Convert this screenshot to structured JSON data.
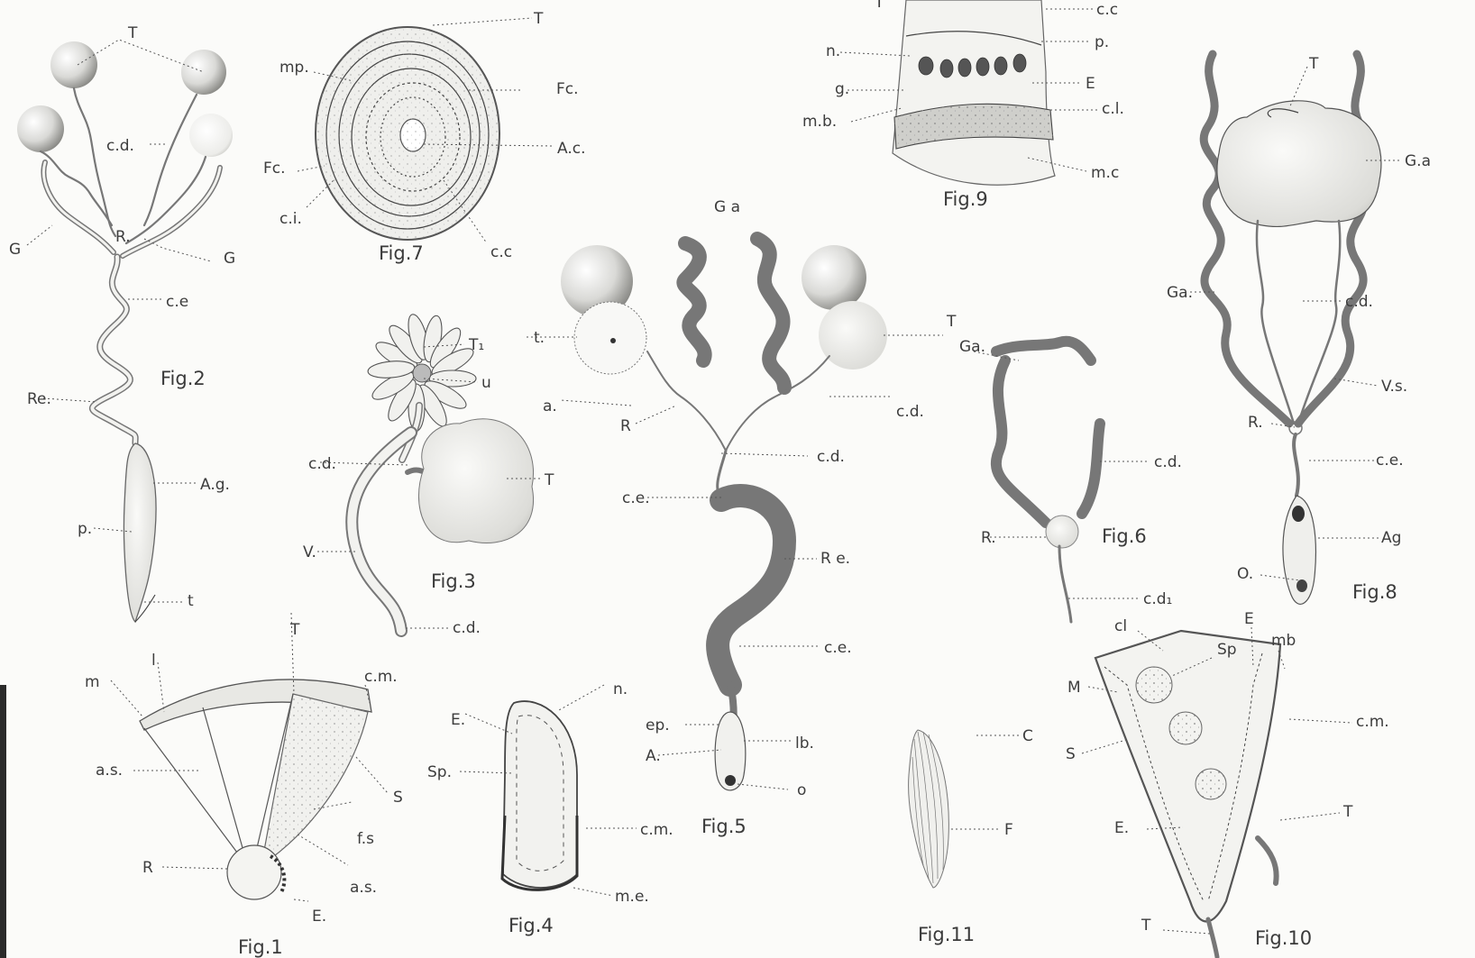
{
  "figures": [
    {
      "id": "fig1",
      "caption": "Fig.1",
      "labels": [
        "T",
        "m",
        "l",
        "c.m.",
        "a.s.",
        "S",
        "f.s",
        "R",
        "a.s.",
        "E."
      ]
    },
    {
      "id": "fig2",
      "caption": "Fig.2",
      "labels": [
        "T",
        "c.d.",
        "G",
        "R.",
        "G",
        "c.e",
        "Re.",
        "A.g.",
        "p.",
        "t"
      ]
    },
    {
      "id": "fig3",
      "caption": "Fig.3",
      "labels": [
        "T₁",
        "u",
        "c.d.",
        "T",
        "V.",
        "c.d."
      ]
    },
    {
      "id": "fig4",
      "caption": "Fig.4",
      "labels": [
        "E.",
        "n.",
        "Sp.",
        "c.m.",
        "m.e."
      ]
    },
    {
      "id": "fig5",
      "caption": "Fig.5",
      "labels": [
        "G a",
        "t.",
        "T",
        "a.",
        "R",
        "c.d.",
        "c.d.",
        "c.e.",
        "R e.",
        "c.e.",
        "ep.",
        "A.",
        "lb.",
        "o"
      ]
    },
    {
      "id": "fig6",
      "caption": "Fig.6",
      "labels": [
        "Ga.",
        "c.d.",
        "R.",
        "c.d₁"
      ]
    },
    {
      "id": "fig7",
      "caption": "Fig.7",
      "labels": [
        "T",
        "mp.",
        "Fc.",
        "A.c.",
        "Fc.",
        "c.i.",
        "c.c"
      ]
    },
    {
      "id": "fig8",
      "caption": "Fig.8",
      "labels": [
        "T",
        "G.a",
        "Ga.",
        "c.d.",
        "V.s.",
        "R.",
        "c.e.",
        "Ag",
        "O."
      ]
    },
    {
      "id": "fig9",
      "caption": "Fig.9",
      "labels": [
        "T",
        "c.c",
        "p.",
        "n.",
        "E",
        "g.",
        "c.l.",
        "m.b.",
        "m.c"
      ]
    },
    {
      "id": "fig10",
      "caption": "Fig.10",
      "labels": [
        "cl",
        "E",
        "mb",
        "Sp",
        "M",
        "c.m.",
        "S",
        "E.",
        "T",
        "T"
      ]
    },
    {
      "id": "fig11",
      "caption": "Fig.11",
      "labels": [
        "C",
        "F"
      ]
    }
  ]
}
